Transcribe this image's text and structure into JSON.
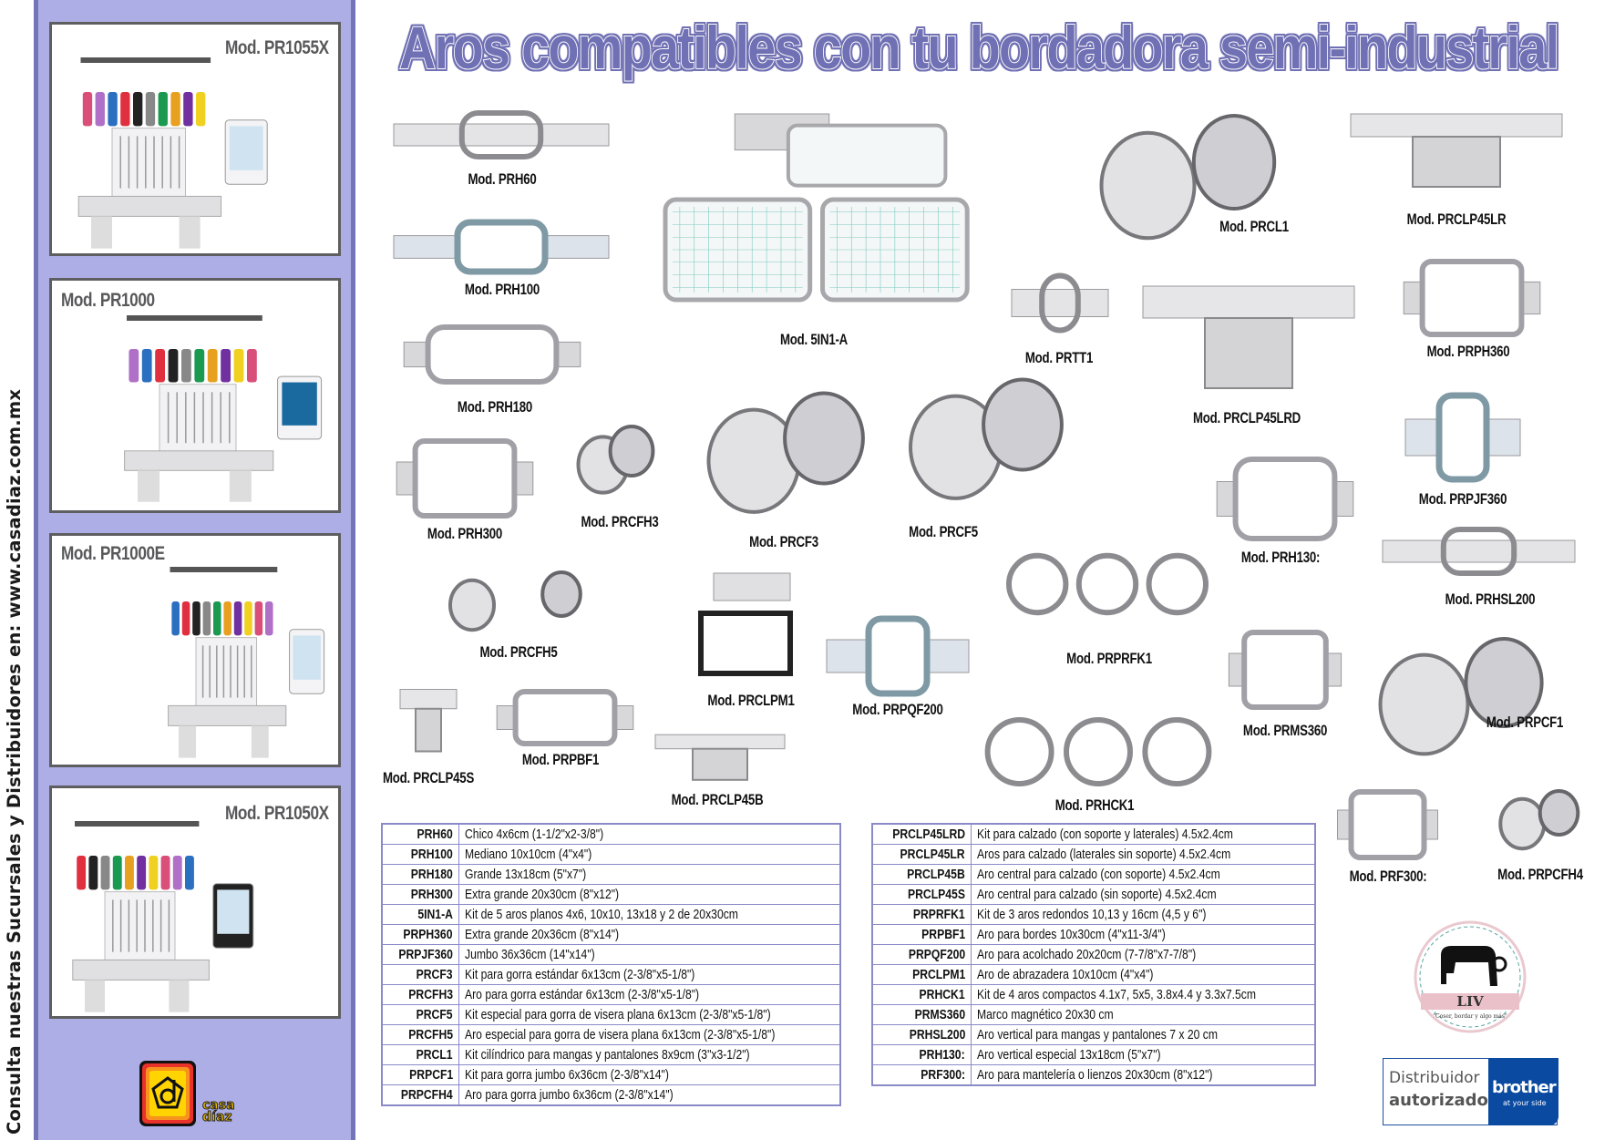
{
  "page": {
    "title": "Aros compatibles con tu bordadora semi-industrial",
    "side_note": "Consulta nuestras Sucursales y Distribuidores en: www.casadiaz.com.mx"
  },
  "colors": {
    "sidebar_bg": "#aeaee6",
    "sidebar_edge": "#7474b8",
    "title_fill": "#7070b4",
    "table_border": "#8a8ac8",
    "brother_blue": "#0a4aa0"
  },
  "machines": [
    {
      "label": "Mod. PR1055X"
    },
    {
      "label": "Mod. PR1000"
    },
    {
      "label": "Mod. PR1000E"
    },
    {
      "label": "Mod. PR1050X"
    }
  ],
  "logos": {
    "casa_diaz": {
      "line1": "casa",
      "line2": "díaz"
    },
    "liv": {
      "name": "LIV",
      "slogan": "\"Coser, bordar y algo más\""
    },
    "brother": {
      "line1": "Distribuidor",
      "line2": "autorizado",
      "brand": "brother",
      "tagline": "at your side"
    }
  },
  "products": [
    {
      "label": "Mod. PRH60",
      "icon": "hoop-small-icon"
    },
    {
      "label": "Mod. PRH100",
      "icon": "hoop-square-icon"
    },
    {
      "label": "Mod. PRH180",
      "icon": "hoop-large-icon"
    },
    {
      "label": "Mod. PRH300",
      "icon": "hoop-xl-icon"
    },
    {
      "label": "Mod. PRCFH3",
      "icon": "cap-hoop-icon"
    },
    {
      "label": "Mod. 5IN1-A",
      "icon": "flat-hoop-kit-icon"
    },
    {
      "label": "Mod. PRCF3",
      "icon": "cap-kit-icon"
    },
    {
      "label": "Mod. PRCF5",
      "icon": "flat-brim-cap-kit-icon"
    },
    {
      "label": "Mod. PRCFH5",
      "icon": "flat-brim-cap-hoop-icon"
    },
    {
      "label": "Mod. PRCLPM1",
      "icon": "clamp-hoop-icon"
    },
    {
      "label": "Mod. PRPQF200",
      "icon": "quilt-frame-icon"
    },
    {
      "label": "Mod. PRCLP45S",
      "icon": "shoe-clamp-icon"
    },
    {
      "label": "Mod. PRPBF1",
      "icon": "border-frame-icon"
    },
    {
      "label": "Mod. PRCLP45B",
      "icon": "shoe-clamp-base-icon"
    },
    {
      "label": "Mod. PRTT1",
      "icon": "tubular-tool-icon"
    },
    {
      "label": "Mod. PRCL1",
      "icon": "cylinder-hoop-icon"
    },
    {
      "label": "Mod. PRCLP45LR",
      "icon": "shoe-clamp-lr-icon"
    },
    {
      "label": "Mod. PRCLP45LRD",
      "icon": "shoe-clamp-kit-icon"
    },
    {
      "label": "Mod. PRPH360",
      "icon": "hoop-jumbo-icon"
    },
    {
      "label": "Mod. PRPJF360",
      "icon": "jumbo-frame-icon"
    },
    {
      "label": "Mod. PRH130:",
      "icon": "vertical-hoop-icon"
    },
    {
      "label": "Mod. PRHSL200",
      "icon": "sleeve-hoop-icon"
    },
    {
      "label": "Mod. PRPRFK1",
      "icon": "round-hoop-kit-icon"
    },
    {
      "label": "Mod. PRHCK1",
      "icon": "compact-hoop-kit-icon"
    },
    {
      "label": "Mod. PRMS360",
      "icon": "magnetic-frame-icon"
    },
    {
      "label": "Mod. PRPCF1",
      "icon": "jumbo-cap-kit-icon"
    },
    {
      "label": "Mod. PRF300:",
      "icon": "tablecloth-hoop-icon"
    },
    {
      "label": "Mod. PRPCFH4",
      "icon": "jumbo-cap-hoop-icon"
    }
  ],
  "table_left": [
    {
      "code": "PRH60",
      "desc": "Chico 4x6cm (1-1/2\"x2-3/8\")"
    },
    {
      "code": "PRH100",
      "desc": "Mediano 10x10cm (4\"x4\")"
    },
    {
      "code": "PRH180",
      "desc": "Grande 13x18cm (5\"x7\")"
    },
    {
      "code": "PRH300",
      "desc": "Extra grande 20x30cm (8\"x12\")"
    },
    {
      "code": "5IN1-A",
      "desc": "Kit de 5 aros planos 4x6, 10x10, 13x18 y 2 de 20x30cm"
    },
    {
      "code": "PRPH360",
      "desc": "Extra grande 20x36cm (8\"x14\")"
    },
    {
      "code": "PRPJF360",
      "desc": "Jumbo 36x36cm (14\"x14\")"
    },
    {
      "code": "PRCF3",
      "desc": "Kit para gorra estándar 6x13cm (2-3/8\"x5-1/8\")"
    },
    {
      "code": "PRCFH3",
      "desc": "Aro para gorra estándar 6x13cm (2-3/8\"x5-1/8\")"
    },
    {
      "code": "PRCF5",
      "desc": "Kit especial para gorra de visera plana 6x13cm (2-3/8\"x5-1/8\")"
    },
    {
      "code": "PRCFH5",
      "desc": "Aro especial para gorra de visera plana 6x13cm (2-3/8\"x5-1/8\")"
    },
    {
      "code": "PRCL1",
      "desc": "Kit cilíndrico para mangas y pantalones 8x9cm (3\"x3-1/2\")"
    },
    {
      "code": "PRPCF1",
      "desc": "Kit para gorra jumbo 6x36cm (2-3/8\"x14\")"
    },
    {
      "code": "PRPCFH4",
      "desc": "Aro para gorra jumbo 6x36cm (2-3/8\"x14\")"
    }
  ],
  "table_right": [
    {
      "code": "PRCLP45LRD",
      "desc": "Kit para calzado (con soporte y laterales) 4.5x2.4cm"
    },
    {
      "code": "PRCLP45LR",
      "desc": "Aros para calzado (laterales sin soporte) 4.5x2.4cm"
    },
    {
      "code": "PRCLP45B",
      "desc": "Aro central para calzado (con soporte) 4.5x2.4cm"
    },
    {
      "code": "PRCLP45S",
      "desc": "Aro central para calzado (sin soporte) 4.5x2.4cm"
    },
    {
      "code": "PRPRFK1",
      "desc": "Kit de 3 aros redondos 10,13 y 16cm (4,5 y 6\")"
    },
    {
      "code": "PRPBF1",
      "desc": "Aro para bordes 10x30cm (4\"x11-3/4\")"
    },
    {
      "code": "PRPQF200",
      "desc": "Aro para acolchado 20x20cm (7-7/8\"x7-7/8\")"
    },
    {
      "code": "PRCLPM1",
      "desc": "Aro de abrazadera 10x10cm (4\"x4\")"
    },
    {
      "code": "PRHCK1",
      "desc": "Kit de 4 aros compactos 4.1x7, 5x5, 3.8x4.4 y 3.3x7.5cm"
    },
    {
      "code": "PRMS360",
      "desc": "Marco magnético 20x30 cm"
    },
    {
      "code": "PRHSL200",
      "desc": "Aro vertical para mangas y pantalones 7 x 20 cm"
    },
    {
      "code": "PRH130:",
      "desc": "Aro vertical especial 13x18cm (5\"x7\")"
    },
    {
      "code": "PRF300:",
      "desc": "Aro para mantelería o lienzos 20x30cm (8\"x12\")"
    }
  ]
}
